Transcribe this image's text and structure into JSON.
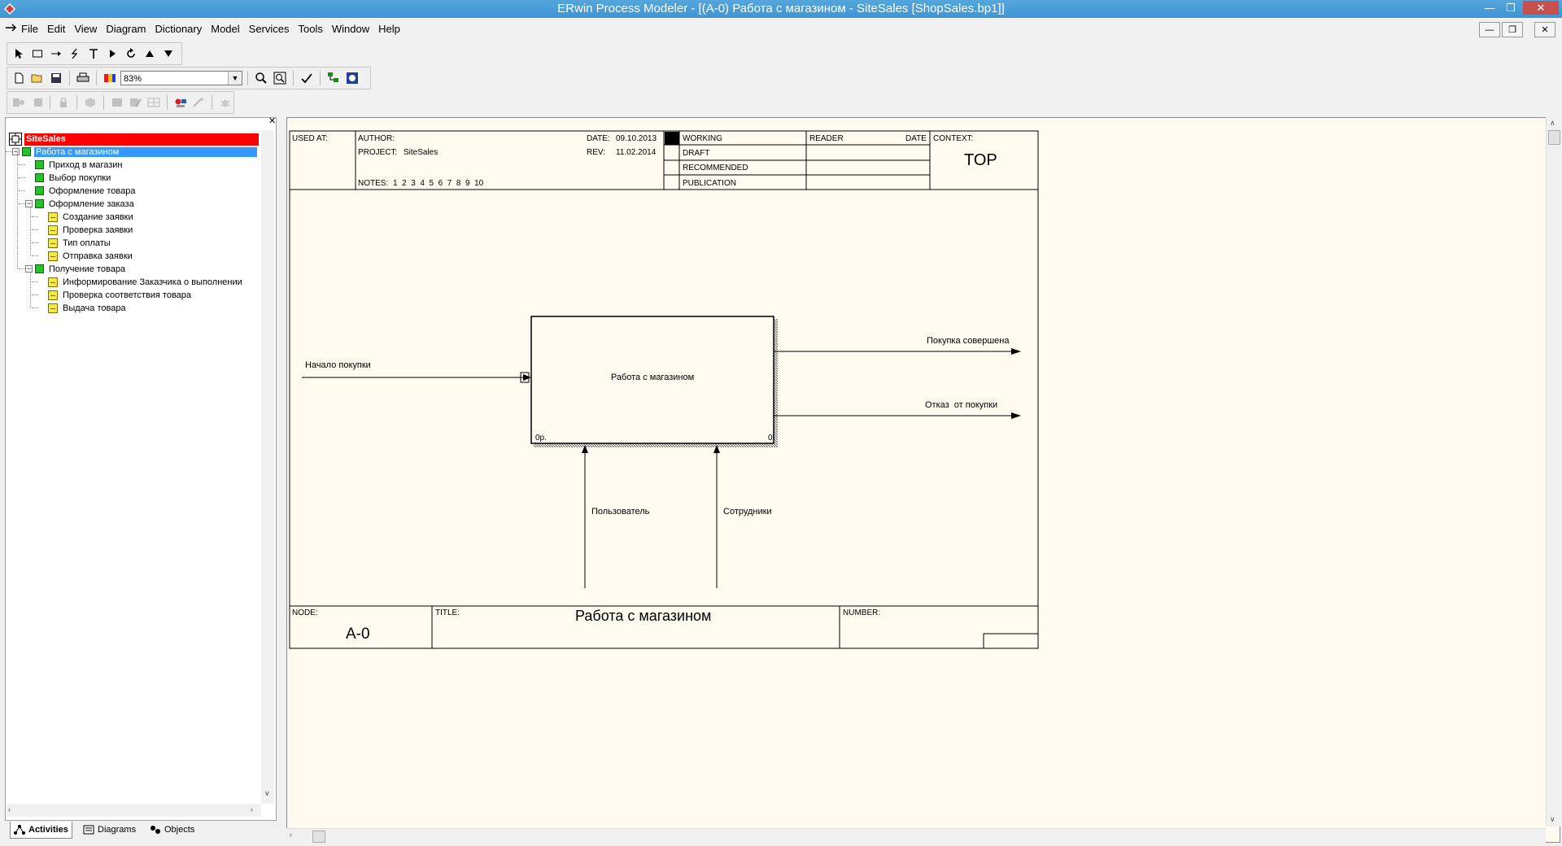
{
  "window": {
    "title": "ERwin Process Modeler - [(A-0) Работа с магазином - SiteSales  [ShopSales.bp1]]",
    "min_glyph": "—",
    "max_glyph": "❐",
    "close_glyph": "✕"
  },
  "menu": {
    "items": [
      "File",
      "Edit",
      "View",
      "Diagram",
      "Dictionary",
      "Model",
      "Services",
      "Tools",
      "Window",
      "Help"
    ],
    "mdi_min": "—",
    "mdi_restore": "❐",
    "mdi_close": "✕"
  },
  "toolbar": {
    "zoom": "83%"
  },
  "tree": {
    "root": "SiteSales",
    "items": [
      {
        "label": "Работа с магазином",
        "type": "green",
        "selected": true
      },
      {
        "label": "Приход в магазин",
        "type": "green"
      },
      {
        "label": "Выбор покупки",
        "type": "green"
      },
      {
        "label": "Оформление товара",
        "type": "green"
      },
      {
        "label": "Оформление заказа",
        "type": "green"
      },
      {
        "label": "Создание заявки",
        "type": "yellow"
      },
      {
        "label": "Проверка заявки",
        "type": "yellow"
      },
      {
        "label": "Тип оплаты",
        "type": "yellow"
      },
      {
        "label": "Отправка заявки",
        "type": "yellow"
      },
      {
        "label": "Получение товара",
        "type": "green"
      },
      {
        "label": "Информирование Заказчика о выполнении",
        "type": "yellow"
      },
      {
        "label": "Проверка соответствия товара",
        "type": "yellow"
      },
      {
        "label": "Выдача товара",
        "type": "yellow"
      }
    ],
    "tabs": [
      "Activities",
      "Diagrams",
      "Objects"
    ]
  },
  "diagram": {
    "header": {
      "used_at_label": "USED AT:",
      "author_label": "AUTHOR:",
      "project_label": "PROJECT:",
      "project_value": "SiteSales",
      "date_label": "DATE:",
      "date_value": "09.10.2013",
      "rev_label": "REV:",
      "rev_value": "11.02.2014",
      "notes_label": "NOTES:",
      "notes_value": "1  2  3  4  5  6  7  8  9  10",
      "working": "WORKING",
      "draft": "DRAFT",
      "recommended": "RECOMMENDED",
      "publication": "PUBLICATION",
      "reader_label": "READER",
      "reader_date_label": "DATE",
      "context_label": "CONTEXT:",
      "context_value": "TOP"
    },
    "activity": {
      "name": "Работа с магазином",
      "cost": "0р.",
      "number": "0"
    },
    "arrows": {
      "input": "Начало покупки",
      "output1": "Покупка совершена",
      "output2": "Отказ  от покупки",
      "mechanism1": "Пользователь",
      "mechanism2": "Сотрудники"
    },
    "footer": {
      "node_label": "NODE:",
      "node_value": "A-0",
      "title_label": "TITLE:",
      "title_value": "Работа с магазином",
      "number_label": "NUMBER:"
    }
  }
}
